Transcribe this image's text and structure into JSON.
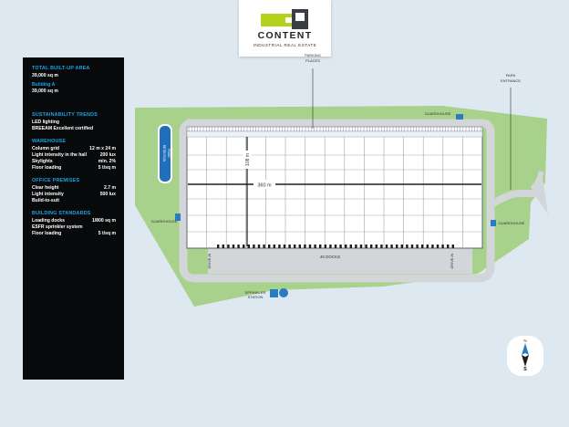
{
  "logo": {
    "title": "CONTENT",
    "subtitle": "INDUSTRIAL REAL ESTATE",
    "colors": {
      "green": "#b6d11c",
      "dark": "#3b3f43"
    }
  },
  "panel": {
    "total": {
      "title": "TOTAL BUILT-UP AREA",
      "value": "39,000 sq m"
    },
    "building": {
      "label": "Building A",
      "value": "39,000 sq m"
    },
    "sustainability": {
      "title": "SUSTAINABILITY TRENDS",
      "lines": [
        "LED lighting",
        "BREEAM Excellent certified"
      ]
    },
    "warehouse": {
      "title": "WAREHOUSE",
      "rows": [
        {
          "k": "Column grid",
          "v": "12 m x 24 m"
        },
        {
          "k": "Light intensity in the hall",
          "v": "200 lux"
        },
        {
          "k": "Skylights",
          "v": "min. 2%"
        },
        {
          "k": "Floor loading",
          "v": "5 t/sq m"
        }
      ]
    },
    "office": {
      "title": "OFFICE PREMISES",
      "rows": [
        {
          "k": "Clear height",
          "v": "2.7 m"
        },
        {
          "k": "Light intensity",
          "v": "500 lux"
        }
      ],
      "extra": "Build-to-suit"
    },
    "standards": {
      "title": "BUILDING STANDARDS",
      "rows": [
        {
          "k": "Loading docks",
          "v": "1/800 sq m"
        },
        {
          "k": "ESFR sprinkler system",
          "v": ""
        },
        {
          "k": "Floor loading",
          "v": "5 t/sq m"
        }
      ]
    }
  },
  "site": {
    "parking": [
      "PARKING",
      "PLACES"
    ],
    "park_entrance": [
      "PARK",
      "ENTRANCE"
    ],
    "guardhouse": "GUARDHOUSE",
    "retention_pond": [
      "RETENTION",
      "POND"
    ],
    "dim_width": "360 m",
    "dim_depth": "108 m",
    "docks": "46 DOCKS",
    "drive_in": "DRIVE-IN",
    "sprinkler": [
      "SPRINKLER",
      "STATION"
    ],
    "colors": {
      "land": "#a8d18b",
      "road": "#d2d6d9",
      "building": "#ffffff",
      "accent": "#2a7bc0"
    }
  },
  "compass": {
    "north": "N",
    "south": "S",
    "icon": "compass-arrow-icon"
  }
}
